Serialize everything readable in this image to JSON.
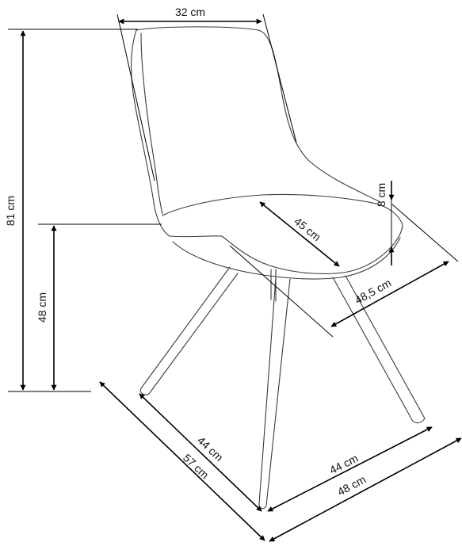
{
  "dimensions": {
    "seat_width_top": "32 cm",
    "total_height": "81 cm",
    "seat_height": "48 cm",
    "seat_depth": "45 cm",
    "seat_thickness": "8 cm",
    "seat_width": "48,5 cm",
    "leg_span_depth": "44 cm",
    "total_depth": "57 cm",
    "leg_span_width": "44 cm",
    "total_width": "48 cm"
  },
  "colors": {
    "line": "#000000",
    "outline": "#3a3a3a"
  }
}
